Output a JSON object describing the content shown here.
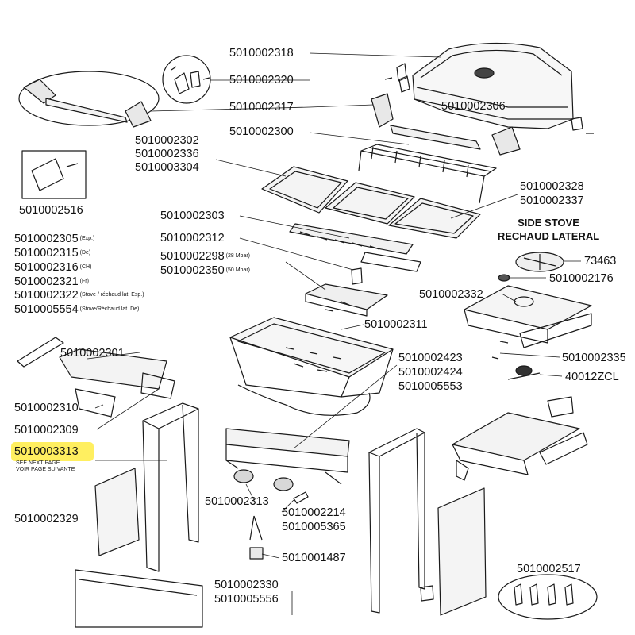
{
  "diagram": {
    "section_heading_1": "SIDE STOVE",
    "section_heading_2": "RECHAUD LATERAL",
    "highlighted_part": "5010003313",
    "note_line_1": "SEE NEXT PAGE",
    "note_line_2": "VOIR PAGE SUIVANTE",
    "labels": {
      "p2318": "5010002318",
      "p2320": "5010002320",
      "p2317": "5010002317",
      "p2306": "5010002306",
      "p2300": "5010002300",
      "p2302": "5010002302",
      "p2336": "5010002336",
      "p3304": "5010003304",
      "p2516": "5010002516",
      "p2328": "5010002328",
      "p2337": "5010002337",
      "p2303": "5010002303",
      "p2312": "5010002312",
      "p2298": "5010002298",
      "p2298_note": "(28 Mbar)",
      "p2350": "5010002350",
      "p2350_note": "(50 Mbar)",
      "p2305": "5010002305",
      "p2305_note": "(Exp.)",
      "p2315": "5010002315",
      "p2315_note": "(De)",
      "p2316": "5010002316",
      "p2316_note": "(CH)",
      "p2321": "5010002321",
      "p2321_note": "(Fr)",
      "p2322": "5010002322",
      "p2322_note": "(Stove / réchaud lat. Esp.)",
      "p5554": "5010005554",
      "p5554_note": "(Stove/Réchaud lat. De)",
      "p73463": "73463",
      "p2176": "5010002176",
      "p2332": "5010002332",
      "p2311": "5010002311",
      "p2301": "5010002301",
      "p2423": "5010002423",
      "p2424": "5010002424",
      "p5553": "5010005553",
      "p2335": "5010002335",
      "p40012": "40012ZCL",
      "p2310": "5010002310",
      "p2309": "5010002309",
      "p2313": "5010002313",
      "p2214": "5010002214",
      "p5365": "5010005365",
      "p2329": "5010002329",
      "p1487": "5010001487",
      "p2517": "5010002517",
      "p2330": "5010002330",
      "p5556": "5010005556"
    }
  }
}
